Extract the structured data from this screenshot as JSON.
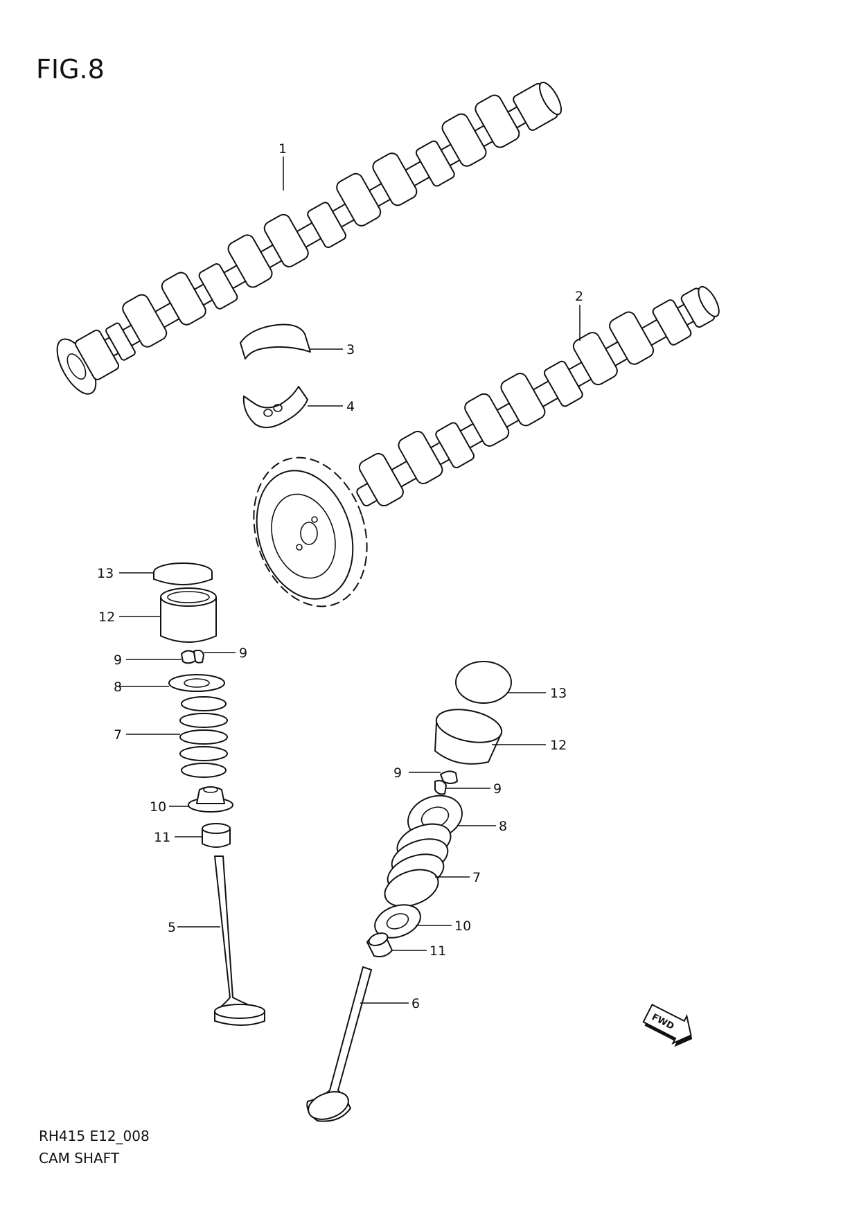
{
  "figure": {
    "title": "FIG.8",
    "code": "RH415 E12_008",
    "caption": "CAM SHAFT"
  },
  "fwd_text": "FWD",
  "callouts": {
    "c1": "1",
    "c2": "2",
    "c3": "3",
    "c4": "4",
    "c5": "5",
    "c6": "6",
    "l13": "13",
    "l12": "12",
    "l9a": "9",
    "l9b": "9",
    "l8": "8",
    "l7": "7",
    "l10": "10",
    "l11": "11",
    "r13": "13",
    "r12": "12",
    "r9a": "9",
    "r9b": "9",
    "r8": "8",
    "r7": "7",
    "r10": "10",
    "r11": "11"
  }
}
